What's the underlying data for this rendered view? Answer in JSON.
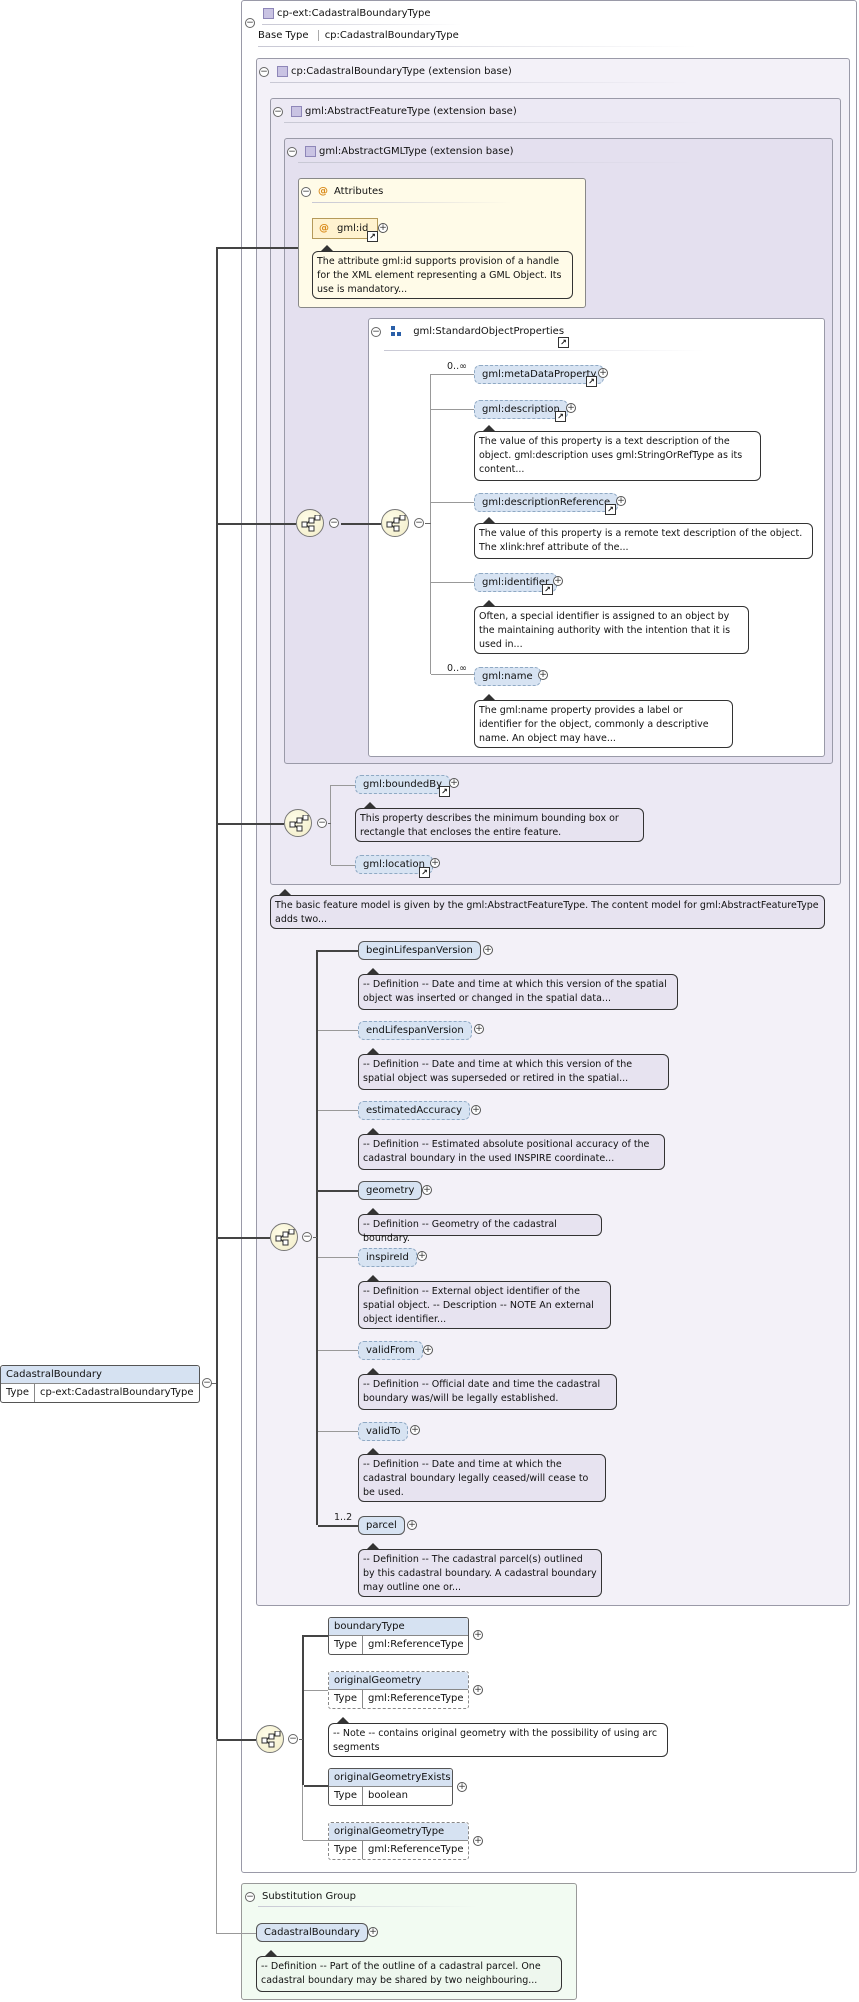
{
  "root": {
    "name": "CadastralBoundary",
    "type_label": "Type",
    "type_value": "cp-ext:CadastralBoundaryType"
  },
  "complex_type": {
    "title": "cp-ext:CadastralBoundaryType",
    "base_label": "Base Type",
    "base_value": "cp:CadastralBoundaryType"
  },
  "ext_cp": {
    "title": "cp:CadastralBoundaryType (extension base)"
  },
  "ext_feature": {
    "title": "gml:AbstractFeatureType (extension base)"
  },
  "ext_gml": {
    "title": "gml:AbstractGMLType (extension base)"
  },
  "attributes": {
    "title": "Attributes",
    "attr_name": "gml:id",
    "attr_note": "The attribute gml:id supports provision of a handle for the XML element representing a GML Object. Its use is mandatory..."
  },
  "std_props": {
    "title": "gml:StandardObjectProperties",
    "items": [
      {
        "name": "gml:metaDataProperty",
        "occ": "0..∞",
        "note": ""
      },
      {
        "name": "gml:description",
        "occ": "",
        "note": "The value of this property is a text description of the object. gml:description uses gml:StringOrRefType as its content..."
      },
      {
        "name": "gml:descriptionReference",
        "occ": "",
        "note": "The value of this property is a remote text description of the object. The xlink:href attribute of the..."
      },
      {
        "name": "gml:identifier",
        "occ": "",
        "note": "Often, a special identifier is assigned to an object by the maintaining authority with the intention that it is used in..."
      },
      {
        "name": "gml:name",
        "occ": "0..∞",
        "note": "The gml:name property provides a label or identifier for the object, commonly a descriptive name. An object may have..."
      }
    ]
  },
  "feature_props": {
    "items": [
      {
        "name": "gml:boundedBy",
        "note": "This property describes the minimum bounding box or rectangle that encloses the entire feature."
      },
      {
        "name": "gml:location",
        "note": ""
      }
    ],
    "feature_note": "The basic feature model is given by the gml:AbstractFeatureType. The content model for gml:AbstractFeatureType adds two..."
  },
  "cp_elements": [
    {
      "name": "beginLifespanVersion",
      "note": "-- Definition -- Date and time at which this version of the spatial object was inserted or changed in the spatial data..."
    },
    {
      "name": "endLifespanVersion",
      "note": "-- Definition -- Date and time at which this version of the spatial object was superseded or retired in the spatial..."
    },
    {
      "name": "estimatedAccuracy",
      "note": "-- Definition -- Estimated absolute positional accuracy of the cadastral boundary in the used INSPIRE coordinate..."
    },
    {
      "name": "geometry",
      "note": "-- Definition -- Geometry of the cadastral boundary."
    },
    {
      "name": "inspireId",
      "note": "-- Definition -- External object identifier of the spatial object. -- Description -- NOTE An external object identifier..."
    },
    {
      "name": "validFrom",
      "note": "-- Definition -- Official date and time the cadastral boundary was/will be legally established."
    },
    {
      "name": "validTo",
      "note": "-- Definition -- Date and time at which the cadastral boundary legally ceased/will cease to be used."
    },
    {
      "name": "parcel",
      "occ": "1..2",
      "note": "-- Definition -- The cadastral parcel(s) outlined by this cadastral boundary. A cadastral boundary may outline one or..."
    }
  ],
  "ext_elements": [
    {
      "name": "boundaryType",
      "type_label": "Type",
      "type_value": "gml:ReferenceType",
      "note": ""
    },
    {
      "name": "originalGeometry",
      "type_label": "Type",
      "type_value": "gml:ReferenceType",
      "note": "-- Note -- contains original geometry with the possibility of using arc segments"
    },
    {
      "name": "originalGeometryExists",
      "type_label": "Type",
      "type_value": "boolean",
      "note": ""
    },
    {
      "name": "originalGeometryType",
      "type_label": "Type",
      "type_value": "gml:ReferenceType",
      "note": ""
    }
  ],
  "substitution": {
    "title": "Substitution Group",
    "element": "CadastralBoundary",
    "note": "-- Definition -- Part of the outline of a cadastral parcel. One cadastral boundary may be shared by two neighbouring..."
  },
  "colors": {
    "element_fill": "#d7e3f2",
    "panel_fill": "#f3f1f8",
    "attr_fill": "#fffbe8",
    "subst_fill": "#f2fbf2"
  }
}
